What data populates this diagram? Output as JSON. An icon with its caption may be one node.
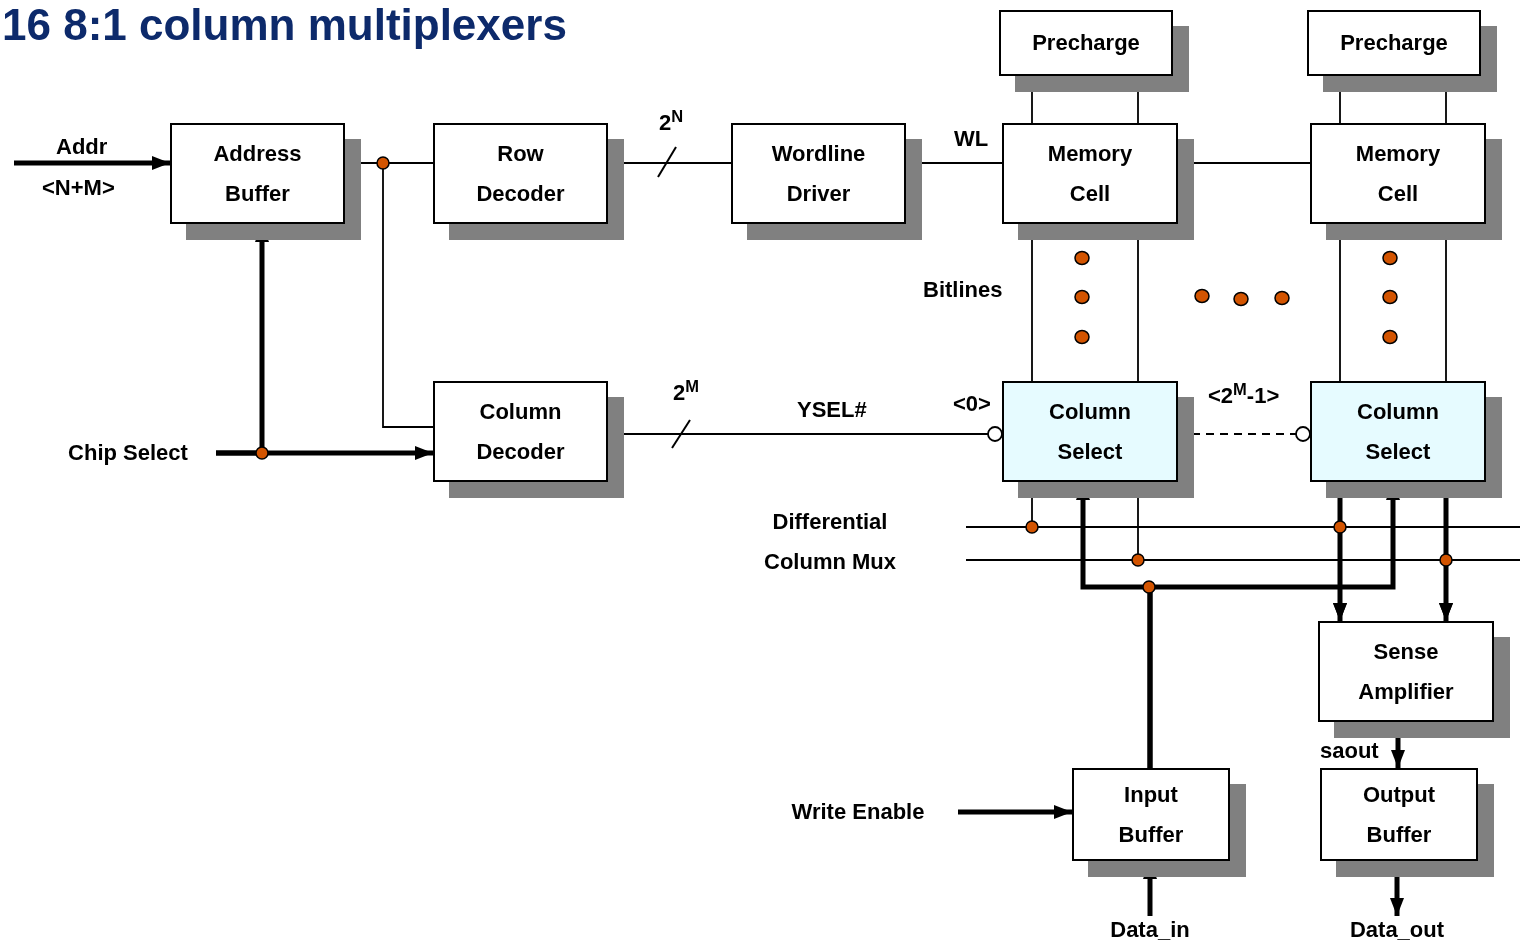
{
  "diagram": {
    "title": "16 8:1 column multiplexers",
    "nodes": [
      {
        "text": [
          "Address Buffer"
        ]
      },
      {
        "text": [
          "Row Decoder"
        ]
      },
      {
        "text": [
          "Wordline Driver"
        ]
      },
      {
        "text": [
          "Precharge"
        ]
      },
      {
        "text": [
          "Memory Cell"
        ]
      },
      {
        "text": [
          "Precharge"
        ]
      },
      {
        "text": [
          "Memory Cell"
        ]
      },
      {
        "text": [
          "Column Decoder"
        ]
      },
      {
        "text": [
          "Column Select"
        ]
      },
      {
        "text": [
          "Column Select"
        ]
      },
      {
        "text": [
          "Sense Amplifier"
        ]
      },
      {
        "text": [
          "Input Buffer"
        ]
      },
      {
        "text": [
          "Output Buffer"
        ]
      },
      {
        "text": [
          "Chip Select"
        ]
      },
      {
        "text": [
          "Write Enable"
        ]
      },
      {
        "text": [
          "Data_in"
        ]
      },
      {
        "text": [
          "Data_out"
        ]
      }
    ],
    "edges": [
      {
        "from": null,
        "to": 0,
        "arrow": "to",
        "style": "thick"
      },
      {
        "from": 0,
        "to": 1,
        "arrow": "none"
      },
      {
        "from": 0,
        "to": 7,
        "arrow": "none"
      },
      {
        "from": 1,
        "to": 2,
        "arrow": "none",
        "label": "2$^{N}$"
      },
      {
        "from": 2,
        "to": 4,
        "arrow": "none",
        "label": "WL"
      },
      {
        "from": 4,
        "to": 6,
        "arrow": "none"
      },
      {
        "from": 3,
        "to": 4,
        "arrow": "none"
      },
      {
        "from": 5,
        "to": 6,
        "arrow": "none"
      },
      {
        "from": 4,
        "to": 8,
        "arrow": "none"
      },
      {
        "from": 6,
        "to": 9,
        "arrow": "none"
      },
      {
        "from": 7,
        "to": 8,
        "arrow": "other",
        "label": "YSEL#"
      },
      {
        "from": 8,
        "to": 9,
        "arrow": "other",
        "style": "dashed",
        "label": "<2$^{M}$-1>"
      },
      {
        "from": 13,
        "to": 0,
        "arrow": "to",
        "style": "thick"
      },
      {
        "from": 13,
        "to": 7,
        "arrow": "to",
        "style": "thick"
      },
      {
        "from": 14,
        "to": 11,
        "arrow": "to",
        "style": "thick"
      },
      {
        "from": 15,
        "to": 11,
        "arrow": "to",
        "style": "thick"
      },
      {
        "from": 12,
        "to": 16,
        "arrow": "to",
        "style": "thick"
      },
      {
        "from": 10,
        "to": 12,
        "arrow": "to",
        "style": "thick",
        "label": "saout"
      },
      {
        "from": 9,
        "to": 10,
        "arrow": "to",
        "style": "thick"
      },
      {
        "from": 8,
        "to": 10,
        "arrow": "to"
      },
      {
        "from": 11,
        "to": 8,
        "arrow": "to",
        "style": "thick"
      },
      {
        "from": 11,
        "to": 9,
        "arrow": "to",
        "style": "thick"
      }
    ],
    "labels": [
      "Addr",
      "<N+M>",
      "2$^{M}$",
      "<0>",
      "Bitlines",
      "Differential Column Mux"
    ]
  }
}
